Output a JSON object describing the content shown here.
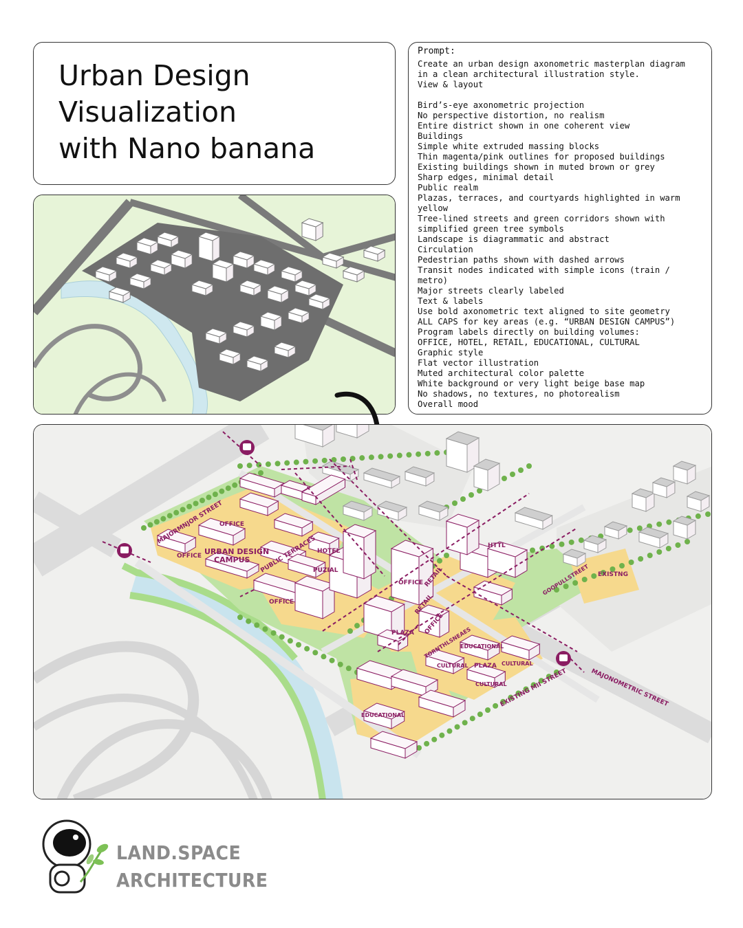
{
  "title": {
    "line1": "Urban Design",
    "line2": "Visualization",
    "line3": "with Nano banana"
  },
  "prompt": {
    "label": "Prompt:",
    "lines": [
      "Create an urban design axonometric masterplan diagram",
      "in a clean architectural illustration style.",
      "View & layout",
      "",
      "Bird’s-eye axonometric projection",
      "No perspective distortion, no realism",
      "Entire district shown in one coherent view",
      "Buildings",
      "Simple white extruded massing blocks",
      "Thin magenta/pink outlines for proposed buildings",
      "Existing buildings shown in muted brown or grey",
      "Sharp edges, minimal detail",
      "Public realm",
      "Plazas, terraces, and courtyards highlighted in warm",
      "yellow",
      "Tree-lined streets and green corridors shown with",
      "simplified green tree symbols",
      "Landscape is diagrammatic and abstract",
      "Circulation",
      "Pedestrian paths shown with dashed arrows",
      "Transit nodes indicated with simple icons (train /",
      "metro)",
      "Major streets clearly labeled",
      "Text & labels",
      "Use bold axonometric text aligned to site geometry",
      "ALL CAPS for key areas (e.g. “URBAN DESIGN CAMPUS”)",
      "Program labels directly on building volumes:",
      "OFFICE, HOTEL, RETAIL, EDUCATIONAL, CULTURAL",
      "Graphic style",
      "Flat vector illustration",
      "Muted architectural color palette",
      "White background or very light beige base map",
      "No shadows, no textures, no photorealism",
      "Overall mood"
    ]
  },
  "plan_labels": {
    "street_nw": "MAJORMNJOR STREET",
    "street_se": "MAJONOMETRIC STREET",
    "street_existing": "EXISTING MII STREET",
    "campus1": "URBAN DESIGN",
    "campus2": "CAMPUS",
    "terraces": "PUBLIC TERRACES",
    "office_a": "OFFICE",
    "office_b": "OFFICE",
    "office_c": "OFFICE",
    "office_d": "OFFICE",
    "office_e": "OFFICE",
    "hotel": "HOTEL",
    "puzial": "PUZIAL",
    "retail_a": "RETAIL",
    "retail_b": "RETAIL",
    "plaza_a": "PLAZA",
    "plaza_b": "PLAZA",
    "educational_a": "EDUCATIONAL",
    "educational_b": "EDUCATIONAL",
    "cultural_a": "CULTURAL",
    "cultural_b": "CULTURAL",
    "cultural_c": "CULTURAL",
    "existing": "EXISTNG",
    "hotel_top": "HTTL",
    "corridor_a": "GOOPULLSTREET",
    "corridor_b": "TORNTHLSNEAES"
  },
  "brand": {
    "line1": "LAND.SPACE",
    "line2": "ARCHITECTURE"
  },
  "colors": {
    "magenta": "#8a1c62",
    "plaza_yellow": "#f5d98a",
    "green": "#9ccf7c",
    "tree": "#6fb24c",
    "road": "#dadada",
    "existing": "#bdbdbd"
  }
}
